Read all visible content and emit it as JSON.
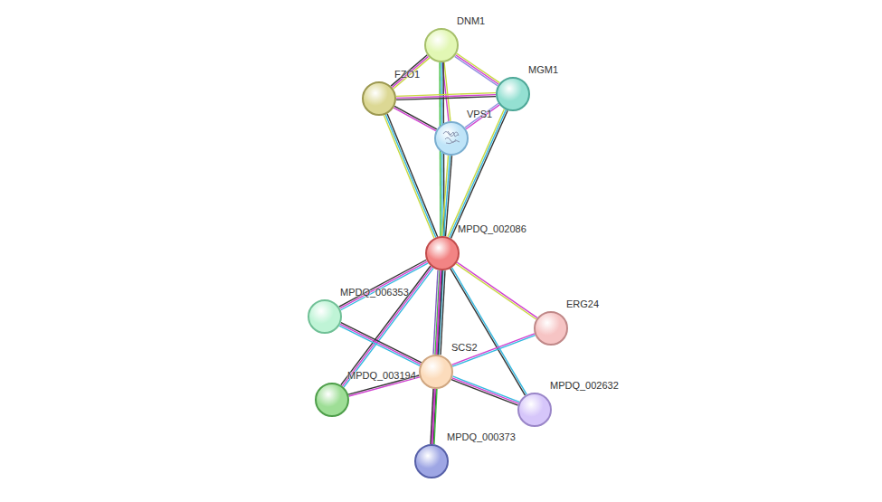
{
  "diagram": {
    "nodes": [
      {
        "text": [
          "DNM1"
        ]
      },
      {
        "text": [
          "FZO1"
        ]
      },
      {
        "text": [
          "MGM1"
        ]
      },
      {
        "text": [
          "VPS1"
        ]
      },
      {
        "text": [
          "MPDQ_002086"
        ]
      },
      {
        "text": [
          "MPDQ_006353"
        ]
      },
      {
        "text": [
          "ERG24"
        ]
      },
      {
        "text": [
          "SCS2"
        ]
      },
      {
        "text": [
          "MPDQ_003194"
        ]
      },
      {
        "text": [
          "MPDQ_002632"
        ]
      },
      {
        "text": [
          "MPDQ_000373"
        ]
      }
    ],
    "edges": [
      {
        "from": 0,
        "to": 1,
        "arrow": "none"
      },
      {
        "from": 0,
        "to": 2,
        "arrow": "none"
      },
      {
        "from": 0,
        "to": 3,
        "arrow": "none"
      },
      {
        "from": 0,
        "to": 4,
        "arrow": "none"
      },
      {
        "from": 1,
        "to": 2,
        "arrow": "none"
      },
      {
        "from": 1,
        "to": 3,
        "arrow": "none"
      },
      {
        "from": 1,
        "to": 4,
        "arrow": "none"
      },
      {
        "from": 2,
        "to": 3,
        "arrow": "none"
      },
      {
        "from": 2,
        "to": 4,
        "arrow": "none"
      },
      {
        "from": 3,
        "to": 4,
        "arrow": "none"
      },
      {
        "from": 4,
        "to": 5,
        "arrow": "none"
      },
      {
        "from": 4,
        "to": 6,
        "arrow": "none"
      },
      {
        "from": 4,
        "to": 7,
        "arrow": "none"
      },
      {
        "from": 4,
        "to": 8,
        "arrow": "none"
      },
      {
        "from": 4,
        "to": 9,
        "arrow": "none"
      },
      {
        "from": 4,
        "to": 10,
        "arrow": "none"
      },
      {
        "from": 7,
        "to": 5,
        "arrow": "none"
      },
      {
        "from": 7,
        "to": 8,
        "arrow": "none"
      },
      {
        "from": 7,
        "to": 6,
        "arrow": "none"
      },
      {
        "from": 7,
        "to": 9,
        "arrow": "none"
      },
      {
        "from": 7,
        "to": 10,
        "arrow": "none"
      }
    ]
  }
}
